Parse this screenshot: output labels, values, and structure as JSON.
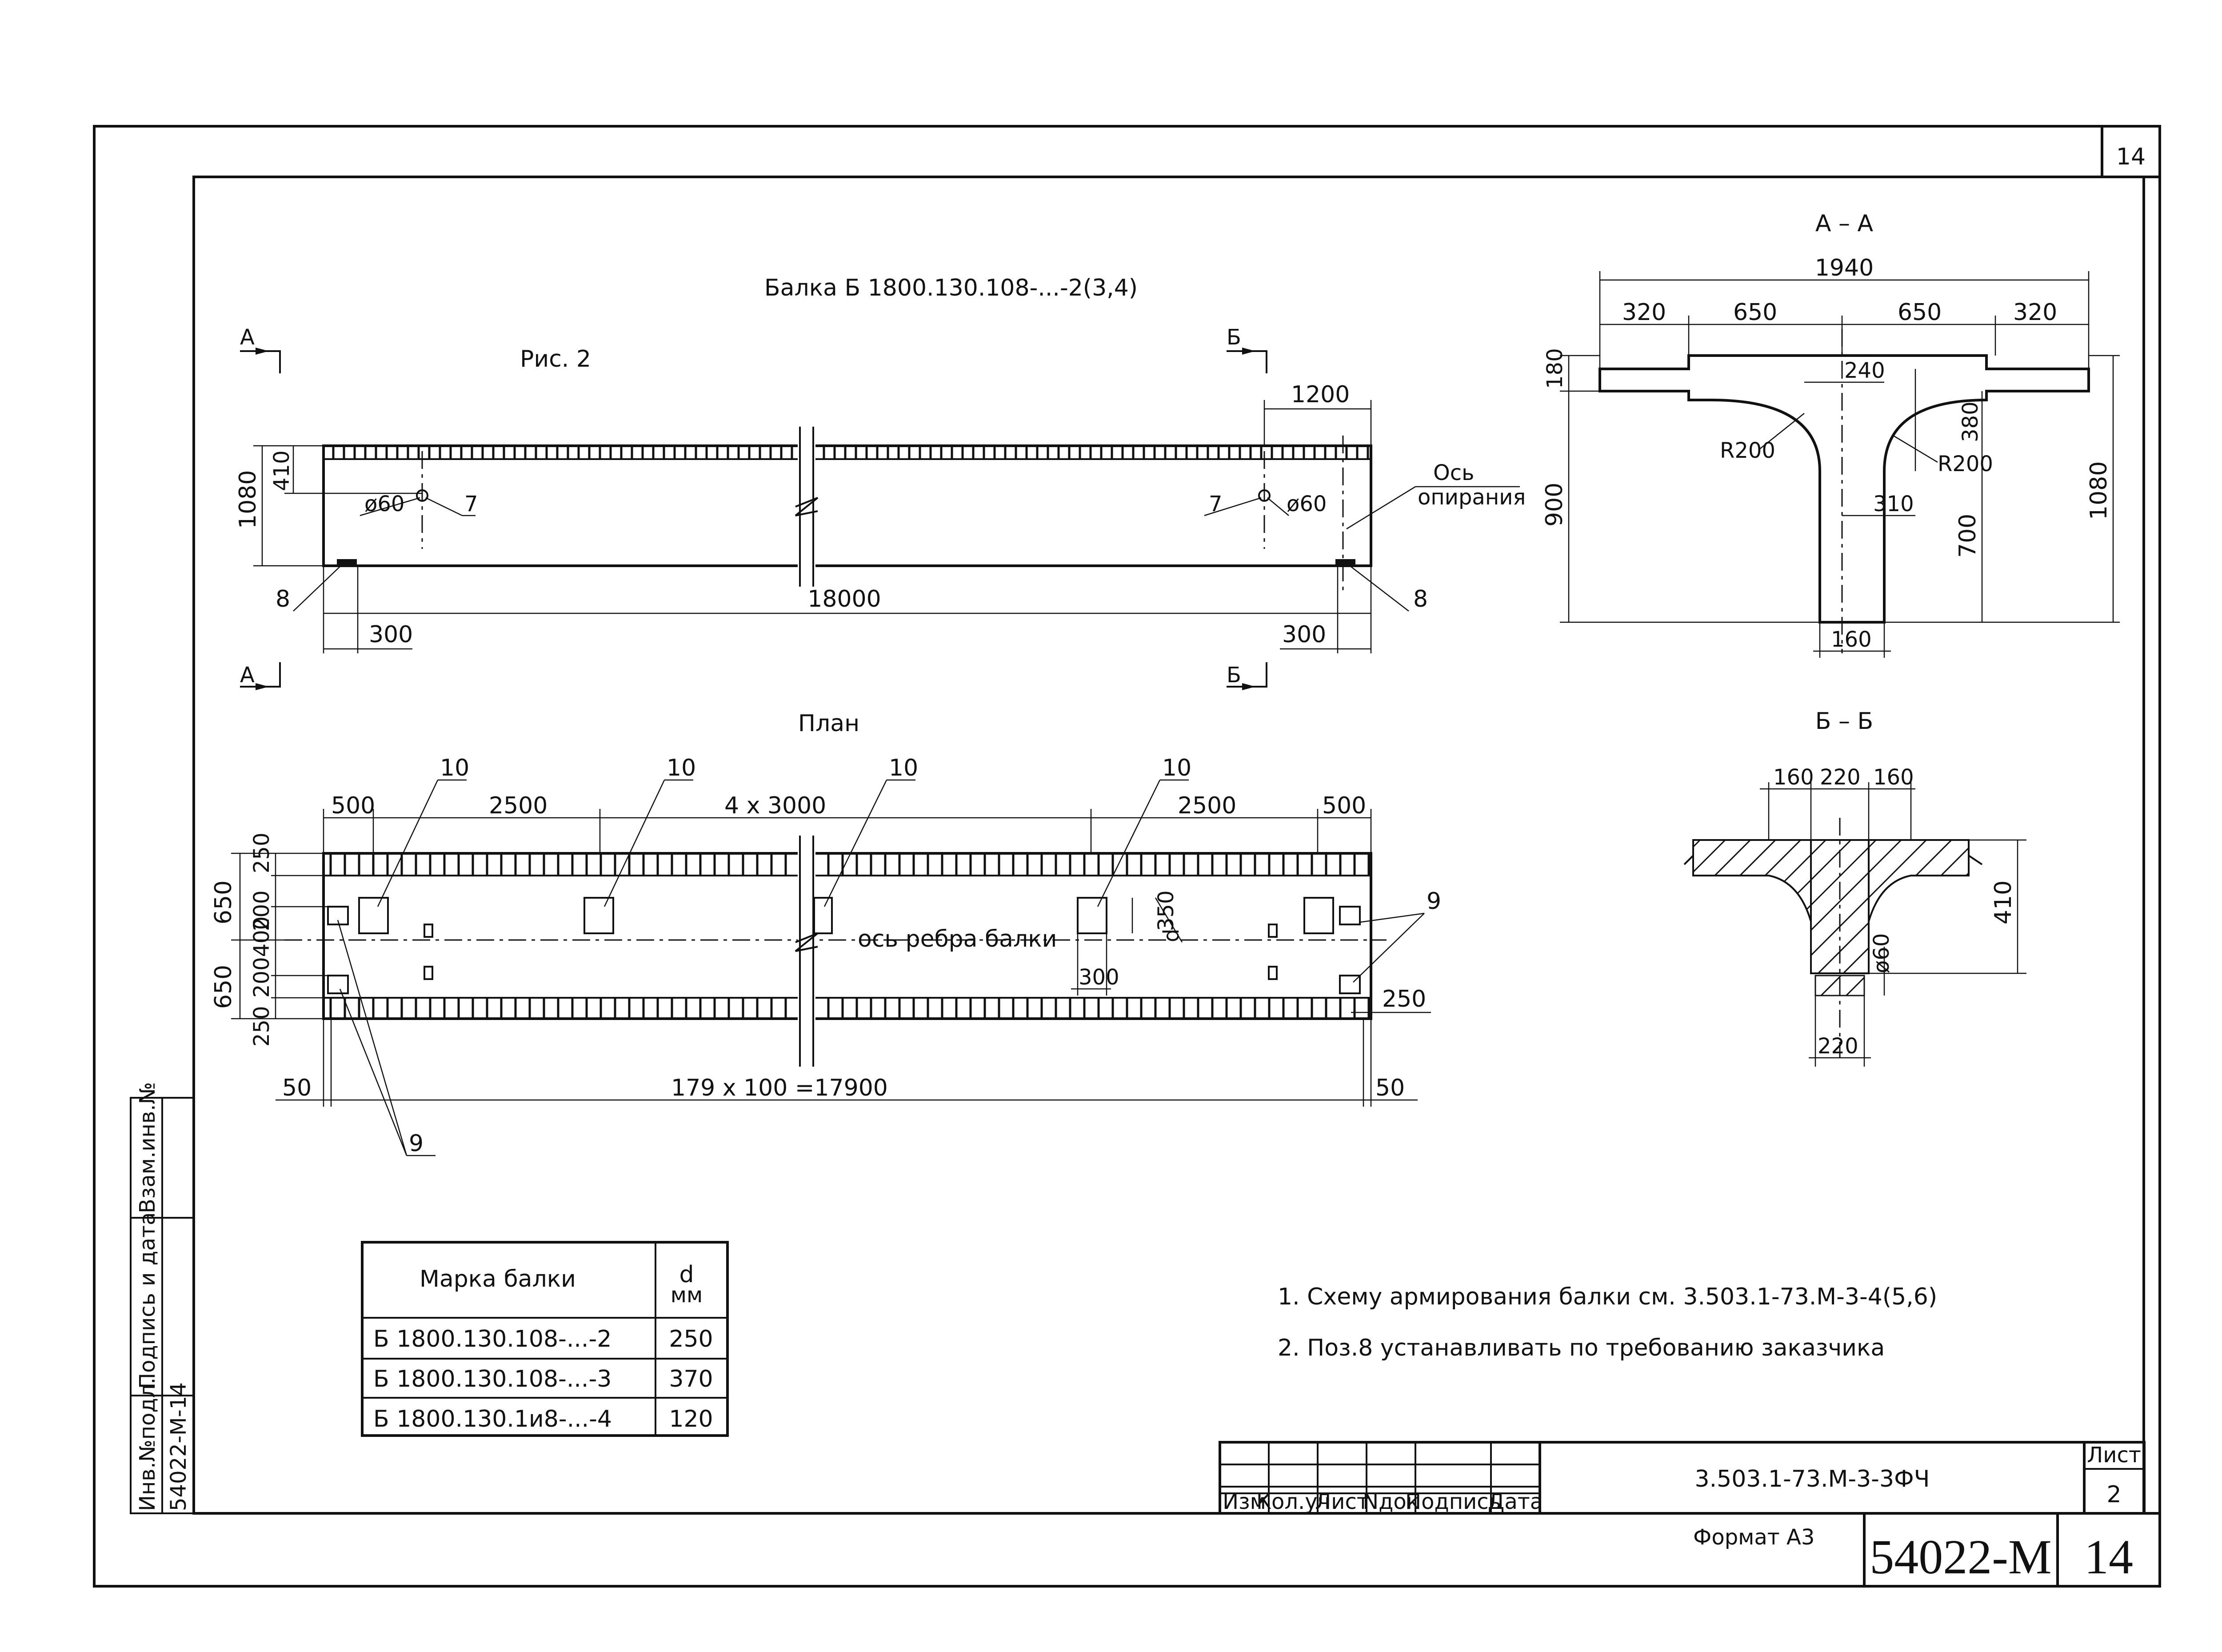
{
  "drawing": {
    "title": "Балка Б 1800.130.108-...-2(3,4)",
    "fig_label": "Рис. 2",
    "plan_title": "План",
    "section_aa_title": "А – А",
    "section_bb_title": "Б – Б",
    "section_a_mark": "А",
    "section_b_mark": "Б"
  },
  "elevation": {
    "dim_total": "18000",
    "dim_left_end": "300",
    "dim_right_end": "300",
    "dim_right_zone": "1200",
    "dim_height": "1080",
    "dim_top_zone": "410",
    "hole_left": "ø60",
    "hole_right": "ø60",
    "pos7_left": "7",
    "pos7_right": "7",
    "pos8_left": "8",
    "pos8_right": "8",
    "support_axis_l1": "Ось",
    "support_axis_l2": "опирания"
  },
  "plan": {
    "dim_500_left": "500",
    "dim_2500_left": "2500",
    "dim_middle": "4 x 3000",
    "dim_2500_right": "2500",
    "dim_500_right": "500",
    "pos10_1": "10",
    "pos10_2": "10",
    "pos10_3": "10",
    "pos10_4": "10",
    "pos9_right": "9",
    "pos9_left": "9",
    "dim_650_top": "650",
    "dim_650_bot": "650",
    "dim_250_a": "250",
    "dim_200_a": "200",
    "dim_200_400": "200400",
    "dim_250_b": "250",
    "dim_350": "350",
    "dim_d": "d",
    "dim_300": "300",
    "dim_250_right": "250",
    "axis_label": "ось ребра балки",
    "dim_50_left": "50",
    "dim_50_right": "50",
    "dim_bottom": "179 x 100 =17900"
  },
  "section_aa": {
    "dim_1940": "1940",
    "dim_320_l": "320",
    "dim_650_l": "650",
    "dim_650_r": "650",
    "dim_320_r": "320",
    "dim_180": "180",
    "dim_900": "900",
    "dim_240": "240",
    "dim_380": "380",
    "dim_r200_l": "R200",
    "dim_r200_r": "R200",
    "dim_310": "310",
    "dim_700": "700",
    "dim_1080": "1080",
    "dim_160": "160"
  },
  "section_bb": {
    "dim_160_l": "160",
    "dim_220_top": "220",
    "dim_160_r": "160",
    "dim_410": "410",
    "dim_60": "ø60",
    "dim_220_bot": "220"
  },
  "table": {
    "header_mark": "Марка балки",
    "header_d": "d",
    "header_unit": "мм",
    "rows": [
      {
        "mark": "Б 1800.130.108-...-2",
        "d": "250"
      },
      {
        "mark": "Б 1800.130.108-...-3",
        "d": "370"
      },
      {
        "mark": "Б 1800.130.1и8-...-4",
        "d": "120"
      }
    ]
  },
  "notes": {
    "note1": "1. Схему армирования балки см. 3.503.1-73.М-3-4(5,6)",
    "note2": "2. Поз.8 устанавливать по требованию заказчика"
  },
  "stamp": {
    "cols": [
      "Изм",
      "Кол.уч",
      "Лист",
      "Nдок",
      "Подпись",
      "Дата"
    ],
    "doc_code": "3.503.1-73.М-3-3ФЧ",
    "sheet_label": "Лист",
    "sheet_number": "2",
    "format": "Формат А3",
    "archive_code": "54022-М",
    "page_no_bottom": "14",
    "page_no_top": "14"
  },
  "side_stamp": {
    "inv_no": "Инв.№подл.",
    "sign_date": "Подпись и дата",
    "swap_inv": "Взам.инв.№",
    "inv_value": "54022-М-14"
  }
}
